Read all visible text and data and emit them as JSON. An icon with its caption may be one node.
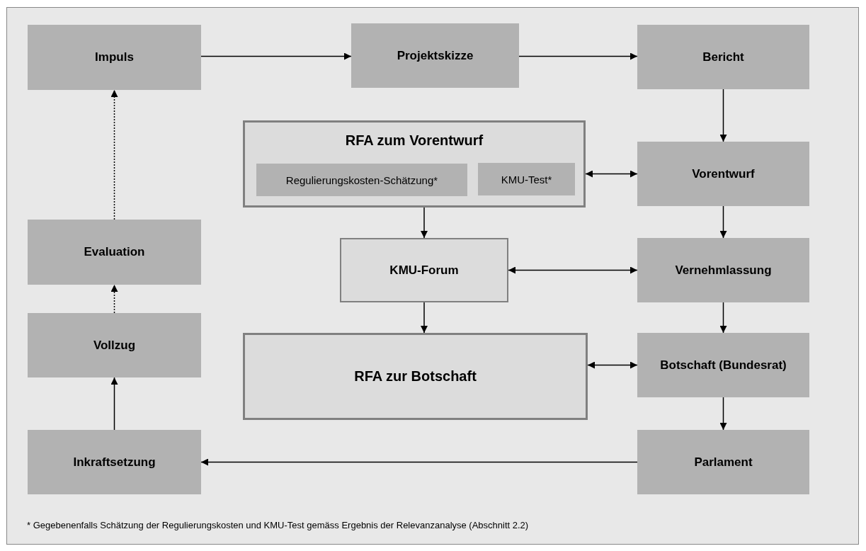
{
  "diagram": {
    "nodes": [
      {
        "text": [
          "Impuls"
        ]
      },
      {
        "text": [
          "Projektskizze"
        ]
      },
      {
        "text": [
          "Bericht"
        ]
      },
      {
        "text": [
          "RFA zum Vorentwurf"
        ]
      },
      {
        "text": [
          "Regulierungskosten-Schätzung*"
        ],
        "in": 3
      },
      {
        "text": [
          "KMU-Test*"
        ],
        "in": 3
      },
      {
        "text": [
          "Vorentwurf"
        ]
      },
      {
        "text": [
          "Evaluation"
        ]
      },
      {
        "text": [
          "KMU-Forum"
        ]
      },
      {
        "text": [
          "Vernehmlassung"
        ]
      },
      {
        "text": [
          "Vollzug"
        ]
      },
      {
        "text": [
          "RFA zur Botschaft"
        ]
      },
      {
        "text": [
          "Botschaft (Bundesrat)"
        ]
      },
      {
        "text": [
          "Inkraftsetzung"
        ]
      },
      {
        "text": [
          "Parlament"
        ]
      }
    ],
    "edges": [
      {
        "from": 0,
        "to": 1,
        "arrow": "to"
      },
      {
        "from": 1,
        "to": 2,
        "arrow": "to"
      },
      {
        "from": 2,
        "to": 6,
        "arrow": "to"
      },
      {
        "from": 3,
        "to": 6,
        "arrow": "both"
      },
      {
        "from": 3,
        "to": 8,
        "arrow": "to"
      },
      {
        "from": 6,
        "to": 9,
        "arrow": "to"
      },
      {
        "from": 8,
        "to": 9,
        "arrow": "both"
      },
      {
        "from": 8,
        "to": 11,
        "arrow": "to"
      },
      {
        "from": 9,
        "to": 12,
        "arrow": "to"
      },
      {
        "from": 11,
        "to": 12,
        "arrow": "both"
      },
      {
        "from": 12,
        "to": 14,
        "arrow": "to"
      },
      {
        "from": 14,
        "to": 13,
        "arrow": "to"
      },
      {
        "from": 13,
        "to": 10,
        "arrow": "to"
      },
      {
        "from": 10,
        "to": 7,
        "arrow": "to",
        "style": "dashed"
      },
      {
        "from": 7,
        "to": 0,
        "arrow": "to",
        "style": "dashed"
      }
    ],
    "labels": [
      "* Gegebenenfalls Schätzung der Regulierungskosten und KMU-Test gemäss Ergebnis der Relevanzanalyse (Abschnitt 2.2)"
    ]
  }
}
